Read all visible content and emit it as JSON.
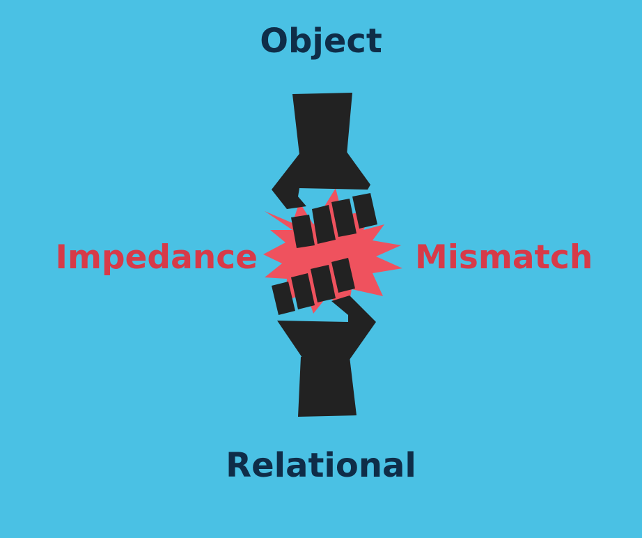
{
  "labels": {
    "top": "Object",
    "bottom": "Relational",
    "left": "Impedance",
    "right": "Mismatch"
  },
  "colors": {
    "background": "#4ac1e4",
    "dark_text": "#0f2d48",
    "accent": "#d73a48",
    "burst": "#ef525e",
    "hands": "#222222"
  },
  "icons": {
    "central": "clasped-hands-icon",
    "burst": "starburst-icon"
  }
}
